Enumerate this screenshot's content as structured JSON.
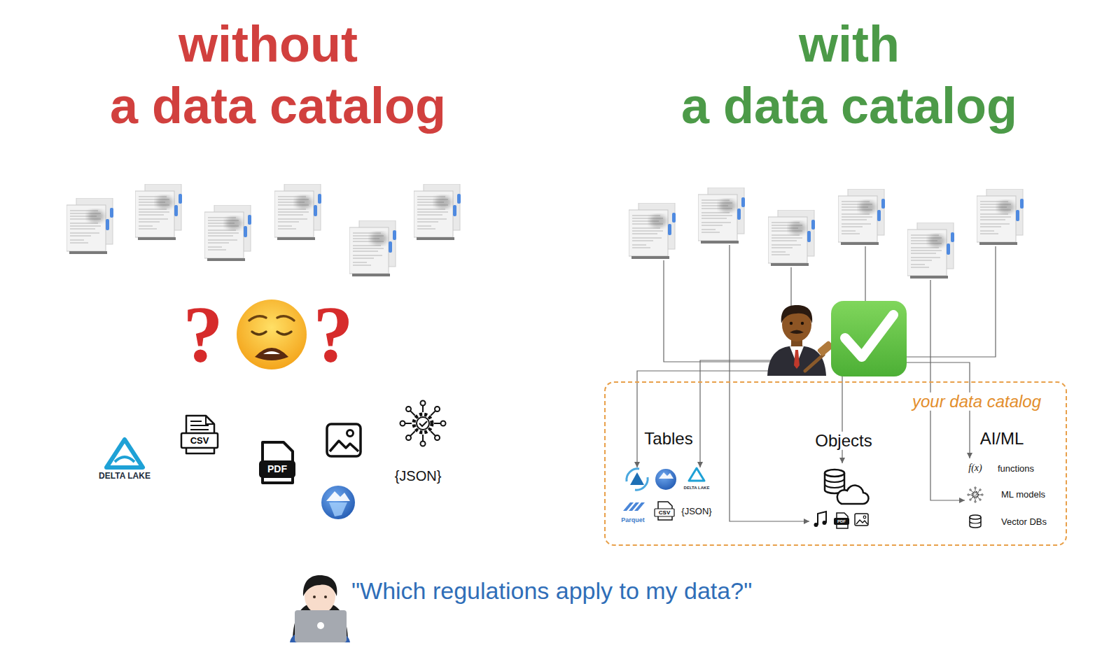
{
  "diagram": {
    "nodes": [
      {
        "text": [
          "your data catalog"
        ]
      },
      {
        "text": [
          "Tables",
          "DELTA LAKE",
          "Parquet",
          "CSV",
          "{JSON}"
        ],
        "in": 0
      },
      {
        "text": [
          "Objects",
          "PDF"
        ],
        "in": 0
      },
      {
        "text": [
          "AI/ML",
          "f(x)",
          "functions",
          "ML models",
          "Vector DBs"
        ],
        "in": 0
      }
    ],
    "labels": [
      "without",
      "a data catalog",
      "with",
      "a data catalog",
      "?",
      "?",
      "DELTA LAKE",
      "CSV",
      "PDF",
      "{JSON}",
      "\"Which regulations apply to my data?\""
    ]
  }
}
